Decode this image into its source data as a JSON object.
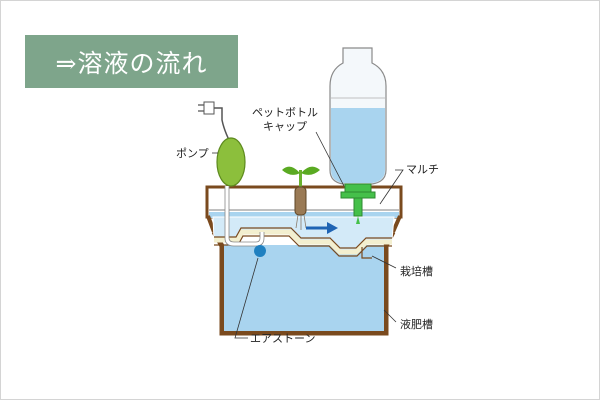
{
  "title": "⇒溶液の流れ",
  "labels": {
    "pump": "ポンプ",
    "bottle_cap_line1": "ペットボトル",
    "bottle_cap_line2": "キャップ",
    "mulch": "マルチ",
    "cultivation_tank": "栽培槽",
    "nutrient_tank": "液肥槽",
    "air_stone": "エアストーン"
  },
  "colors": {
    "title_bg": "#7ea58b",
    "water": "#a9d4ef",
    "water_light": "#d3eaf8",
    "tank_wall": "#7a4a1e",
    "pump": "#8cbf3c",
    "cap": "#45c04a",
    "flow_arrow": "#1f64b4",
    "air_stone": "#1f80c0"
  }
}
